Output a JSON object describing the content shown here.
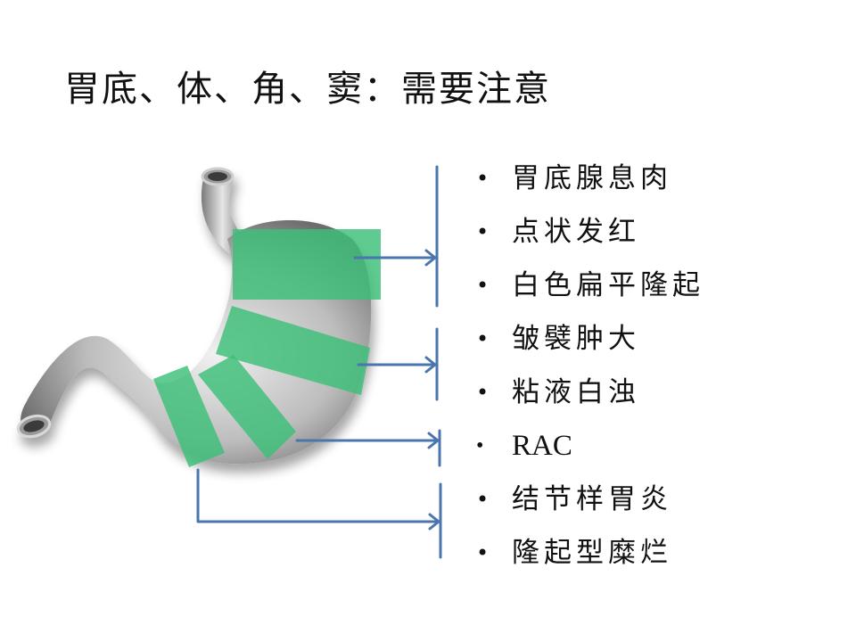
{
  "slide": {
    "title": "胃底、体、角、窦：需要注意",
    "bullet_glyph": "•",
    "items": [
      {
        "label": "胃底腺息肉"
      },
      {
        "label": "点状发红"
      },
      {
        "label": "白色扁平隆起"
      },
      {
        "label": "皱襞肿大"
      },
      {
        "label": "粘液白浊"
      },
      {
        "label": "RAC"
      },
      {
        "label": "结节样胃炎"
      },
      {
        "label": "隆起型糜烂"
      }
    ],
    "figure": {
      "subject": "stomach-illustration",
      "regions": [
        "fundus",
        "body",
        "angle",
        "antrum"
      ],
      "highlight_color": "#3dbf78",
      "connector_color": "#4a76ad",
      "groups": [
        {
          "region": "fundus",
          "items": [
            0,
            1,
            2
          ]
        },
        {
          "region": "body",
          "items": [
            3,
            4
          ]
        },
        {
          "region": "angle",
          "items": [
            5
          ]
        },
        {
          "region": "antrum",
          "items": [
            6,
            7
          ]
        }
      ]
    }
  }
}
